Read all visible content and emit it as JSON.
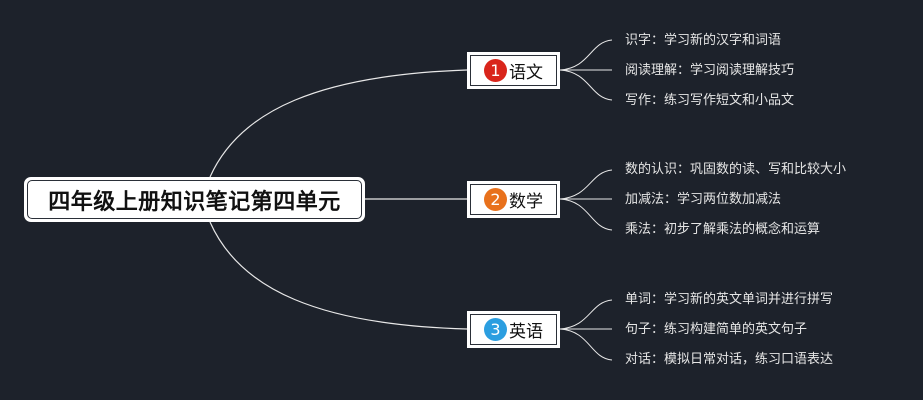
{
  "mindmap": {
    "root": {
      "title": "四年级上册知识笔记第四单元"
    },
    "branches": [
      {
        "number": "1",
        "badge_color": "#d9251b",
        "label": "语文",
        "items": [
          "识字：学习新的汉字和词语",
          "阅读理解：学习阅读理解技巧",
          "写作：练习写作短文和小品文"
        ]
      },
      {
        "number": "2",
        "badge_color": "#e8711c",
        "label": "数学",
        "items": [
          "数的认识：巩固数的读、写和比较大小",
          "加减法：学习两位数加减法",
          "乘法：初步了解乘法的概念和运算"
        ]
      },
      {
        "number": "3",
        "badge_color": "#2b9ee0",
        "label": "英语",
        "items": [
          "单词：学习新的英文单词并进行拼写",
          "句子：练习构建简单的英文句子",
          "对话：模拟日常对话，练习口语表达"
        ]
      }
    ],
    "colors": {
      "background": "#1d222b",
      "connector": "#e8e8e8",
      "node_fill": "#ffffff",
      "leaf_text": "#e6e6e6"
    }
  }
}
